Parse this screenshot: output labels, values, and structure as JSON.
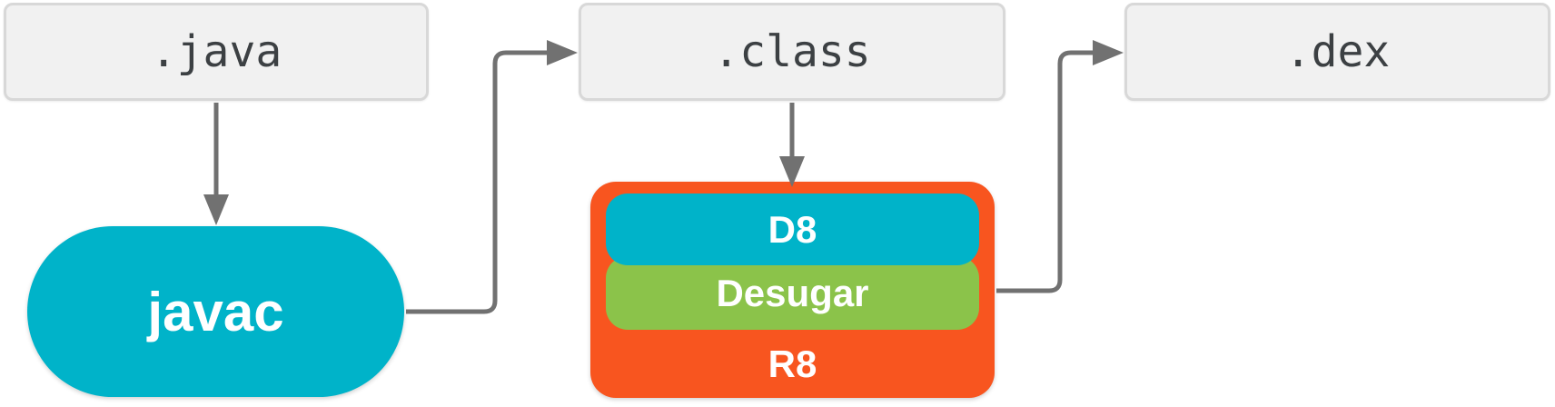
{
  "nodes": {
    "java_file": {
      "label": ".java"
    },
    "class_file": {
      "label": ".class"
    },
    "dex_file": {
      "label": ".dex"
    },
    "javac": {
      "label": "javac"
    },
    "d8": {
      "label": "D8"
    },
    "desugar": {
      "label": "Desugar"
    },
    "r8": {
      "label": "R8"
    }
  },
  "edges": [
    {
      "from": ".java",
      "to": "javac"
    },
    {
      "from": "javac",
      "to": ".class"
    },
    {
      "from": ".class",
      "to": "R8 stack (D8 / Desugar / R8)"
    },
    {
      "from": "R8 stack (D8 / Desugar / R8)",
      "to": ".dex"
    }
  ],
  "colors": {
    "cyan": "#00B3C9",
    "green": "#8BC34A",
    "orange": "#F8551F",
    "arrow_gray": "#717171",
    "file_box_fill": "#F1F1F1",
    "file_box_border": "#D8D8D8",
    "file_box_text": "#3C4043",
    "shape_text": "#FFFFFF"
  }
}
